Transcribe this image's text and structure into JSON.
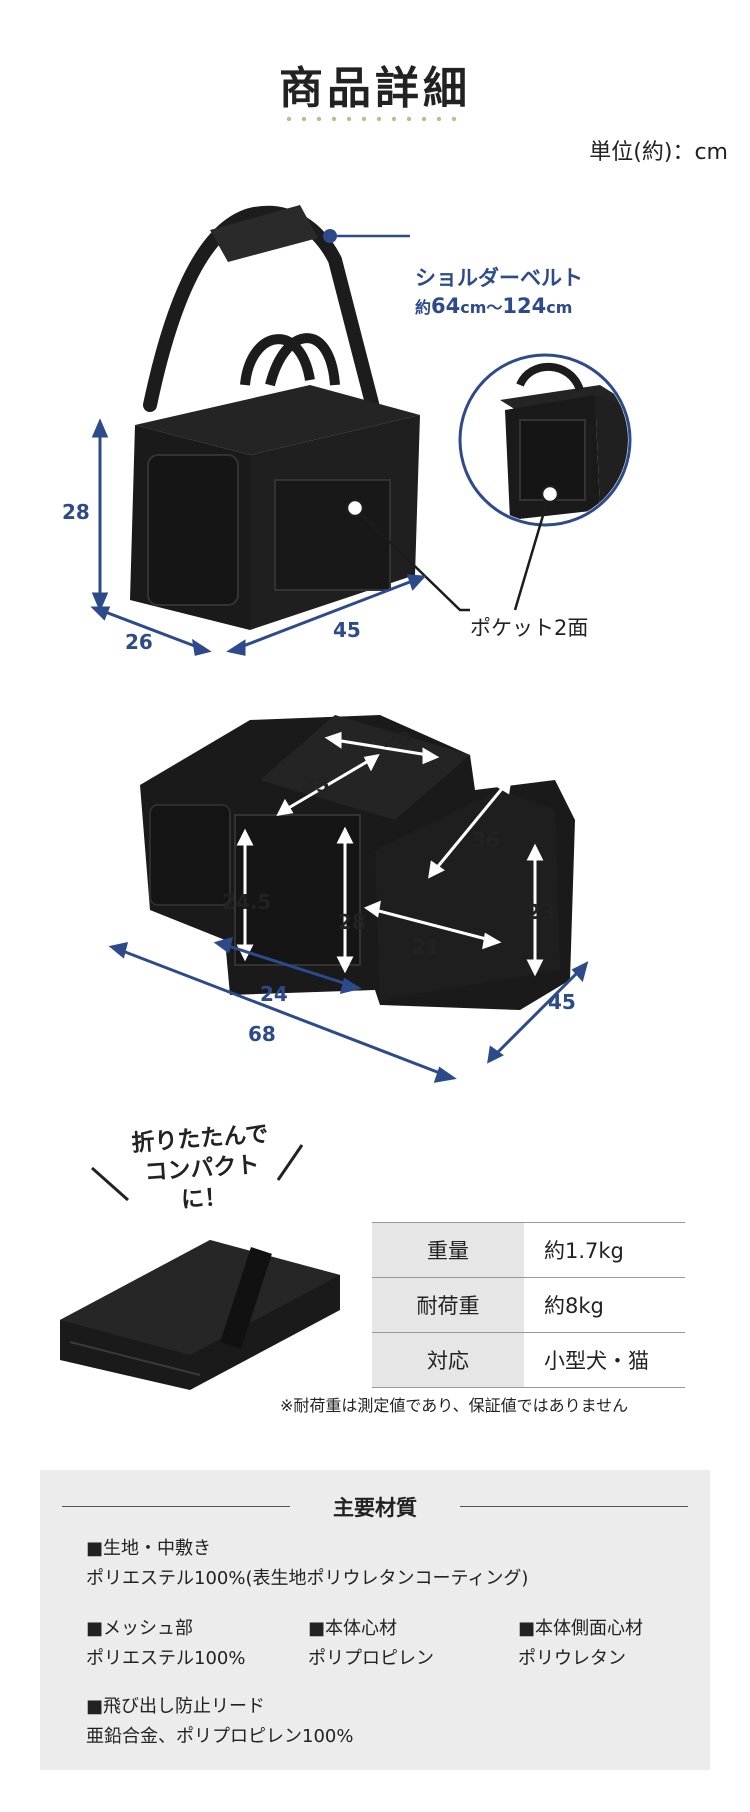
{
  "header": {
    "title": "商品詳細",
    "unit": "単位(約)：cm"
  },
  "callouts": {
    "belt_label": "ショルダーベルト",
    "belt_prefix": "約",
    "belt_min": "64",
    "belt_mid": "cm〜",
    "belt_max": "124",
    "belt_suffix": "cm",
    "pocket": "ポケット2面",
    "fold_line1": "折りたたんで",
    "fold_line2": "コンパクトに！"
  },
  "dimensions_closed": {
    "height": "28",
    "depth": "26",
    "width": "45"
  },
  "dimensions_expanded": {
    "top_w": "20",
    "top_l": "35",
    "side_l": "36",
    "left_h": "24.5",
    "center_h": "28",
    "right_h": "23",
    "right_w": "21",
    "front_w": "24",
    "total_w": "68",
    "depth": "45"
  },
  "specs": [
    {
      "key": "重量",
      "value": "約1.7kg"
    },
    {
      "key": "耐荷重",
      "value": "約8kg"
    },
    {
      "key": "対応",
      "value": "小型犬・猫"
    }
  ],
  "spec_note": "※耐荷重は測定値であり、保証値ではありません",
  "materials": {
    "title": "主要材質",
    "items": [
      {
        "heading": "■生地・中敷き",
        "value": "ポリエステル100%(表生地ポリウレタンコーティング)"
      },
      {
        "heading": "■メッシュ部",
        "value": "ポリエステル100%"
      },
      {
        "heading": "■本体心材",
        "value": "ポリプロピレン"
      },
      {
        "heading": "■本体側面心材",
        "value": "ポリウレタン"
      },
      {
        "heading": "■飛び出し防止リード",
        "value": "亜鉛合金、ポリプロピレン100%"
      }
    ]
  },
  "colors": {
    "accent": "#2d4a8a",
    "product": "#1c1c1c",
    "dots": "#c8b98a",
    "panel": "#ececec"
  }
}
